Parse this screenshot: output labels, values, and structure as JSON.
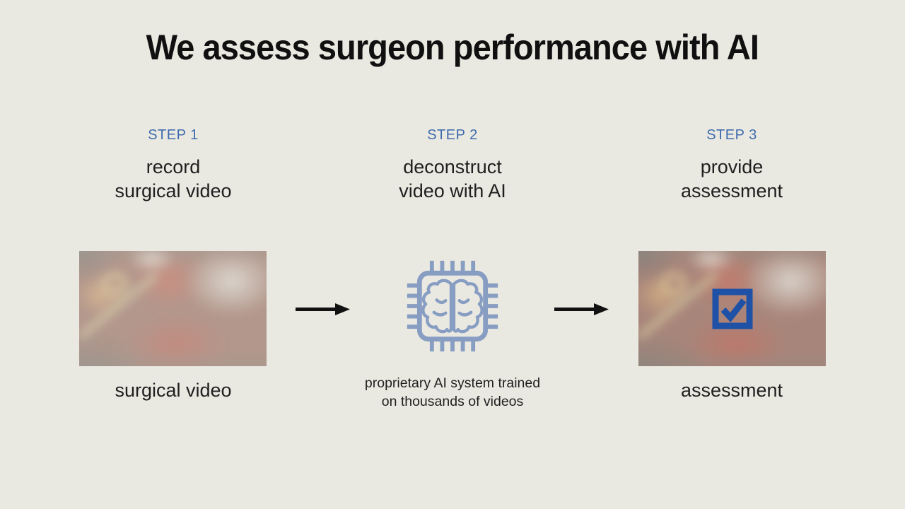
{
  "slide": {
    "title": "We assess surgeon performance with AI"
  },
  "colors": {
    "background": "#eae9e1",
    "title_text": "#101010",
    "body_text": "#1f1f1f",
    "step_accent_blue": "#3e6bad",
    "chip_icon_blue": "#879dc2",
    "checkbox_blue": "#1f52a6",
    "arrow_black": "#111111"
  },
  "steps": [
    {
      "label": "STEP 1",
      "description_line1": "record",
      "description_line2": "surgical video",
      "caption": "surgical video",
      "visual": "surgical-video-thumbnail"
    },
    {
      "label": "STEP 2",
      "description_line1": "deconstruct",
      "description_line2": "video with AI",
      "caption_line1": "proprietary AI system trained",
      "caption_line2": "on thousands of videos",
      "visual": "ai-chip-brain-icon"
    },
    {
      "label": "STEP 3",
      "description_line1": "provide",
      "description_line2": "assessment",
      "caption": "assessment",
      "visual": "surgical-video-thumbnail-with-checkmark"
    }
  ],
  "icons": {
    "between_step1_step2": "arrow-right-icon",
    "between_step2_step3": "arrow-right-icon",
    "step2_icon": "ai-chip-brain-icon",
    "step3_overlay": "checkbox-checked-icon"
  }
}
